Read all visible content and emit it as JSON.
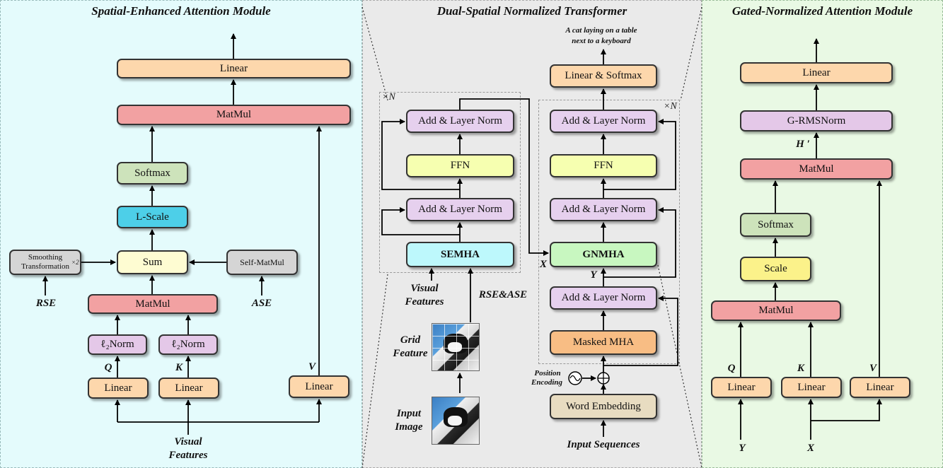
{
  "left": {
    "title": "Spatial-Enhanced Attention Module",
    "linear_top": "Linear",
    "matmul_top": "MatMul",
    "softmax": "Softmax",
    "lscale": "L-Scale",
    "sum": "Sum",
    "smoothing": "Smoothing",
    "transformation": "Transformation",
    "times2": "×2",
    "self_matmul": "Self-MatMul",
    "rse": "RSE",
    "ase": "ASE",
    "matmul_mid": "MatMul",
    "l2norm_q": "ℓ₂Norm",
    "l2norm_k": "ℓ₂Norm",
    "q": "Q",
    "k": "K",
    "v": "V",
    "linear_q": "Linear",
    "linear_k": "Linear",
    "linear_v": "Linear",
    "visual": "Visual",
    "features": "Features"
  },
  "mid": {
    "title": "Dual-Spatial Normalized Transformer",
    "caption1": "A cat laying on a table",
    "caption2": "next to a keyboard",
    "linear_softmax": "Linear & Softmax",
    "n_left": "×N",
    "n_right": "×N",
    "enc_addnorm2": "Add & Layer Norm",
    "enc_ffn": "FFN",
    "enc_addnorm1": "Add & Layer Norm",
    "semha": "SEMHA",
    "dec_addnorm3": "Add & Layer Norm",
    "dec_ffn": "FFN",
    "dec_addnorm2": "Add & Layer Norm",
    "gnmha": "GNMHA",
    "dec_addnorm1": "Add & Layer Norm",
    "masked_mha": "Masked MHA",
    "word_embedding": "Word Embedding",
    "x": "X",
    "y": "Y",
    "visual": "Visual",
    "features": "Features",
    "rse_ase": "RSE&ASE",
    "grid": "Grid",
    "grid_feature": "Feature",
    "input": "Input",
    "image": "Image",
    "position": "Position",
    "encoding": "Encoding",
    "input_sequences": "Input Sequences"
  },
  "right": {
    "title": "Gated-Normalized Attention Module",
    "linear_top": "Linear",
    "grmsnorm": "G-RMSNorm",
    "h_prime": "H ′",
    "matmul_top": "MatMul",
    "softmax": "Softmax",
    "scale": "Scale",
    "matmul_mid": "MatMul",
    "q": "Q",
    "k": "K",
    "v": "V",
    "linear_q": "Linear",
    "linear_k": "Linear",
    "linear_v": "Linear",
    "y": "Y",
    "x": "X"
  }
}
